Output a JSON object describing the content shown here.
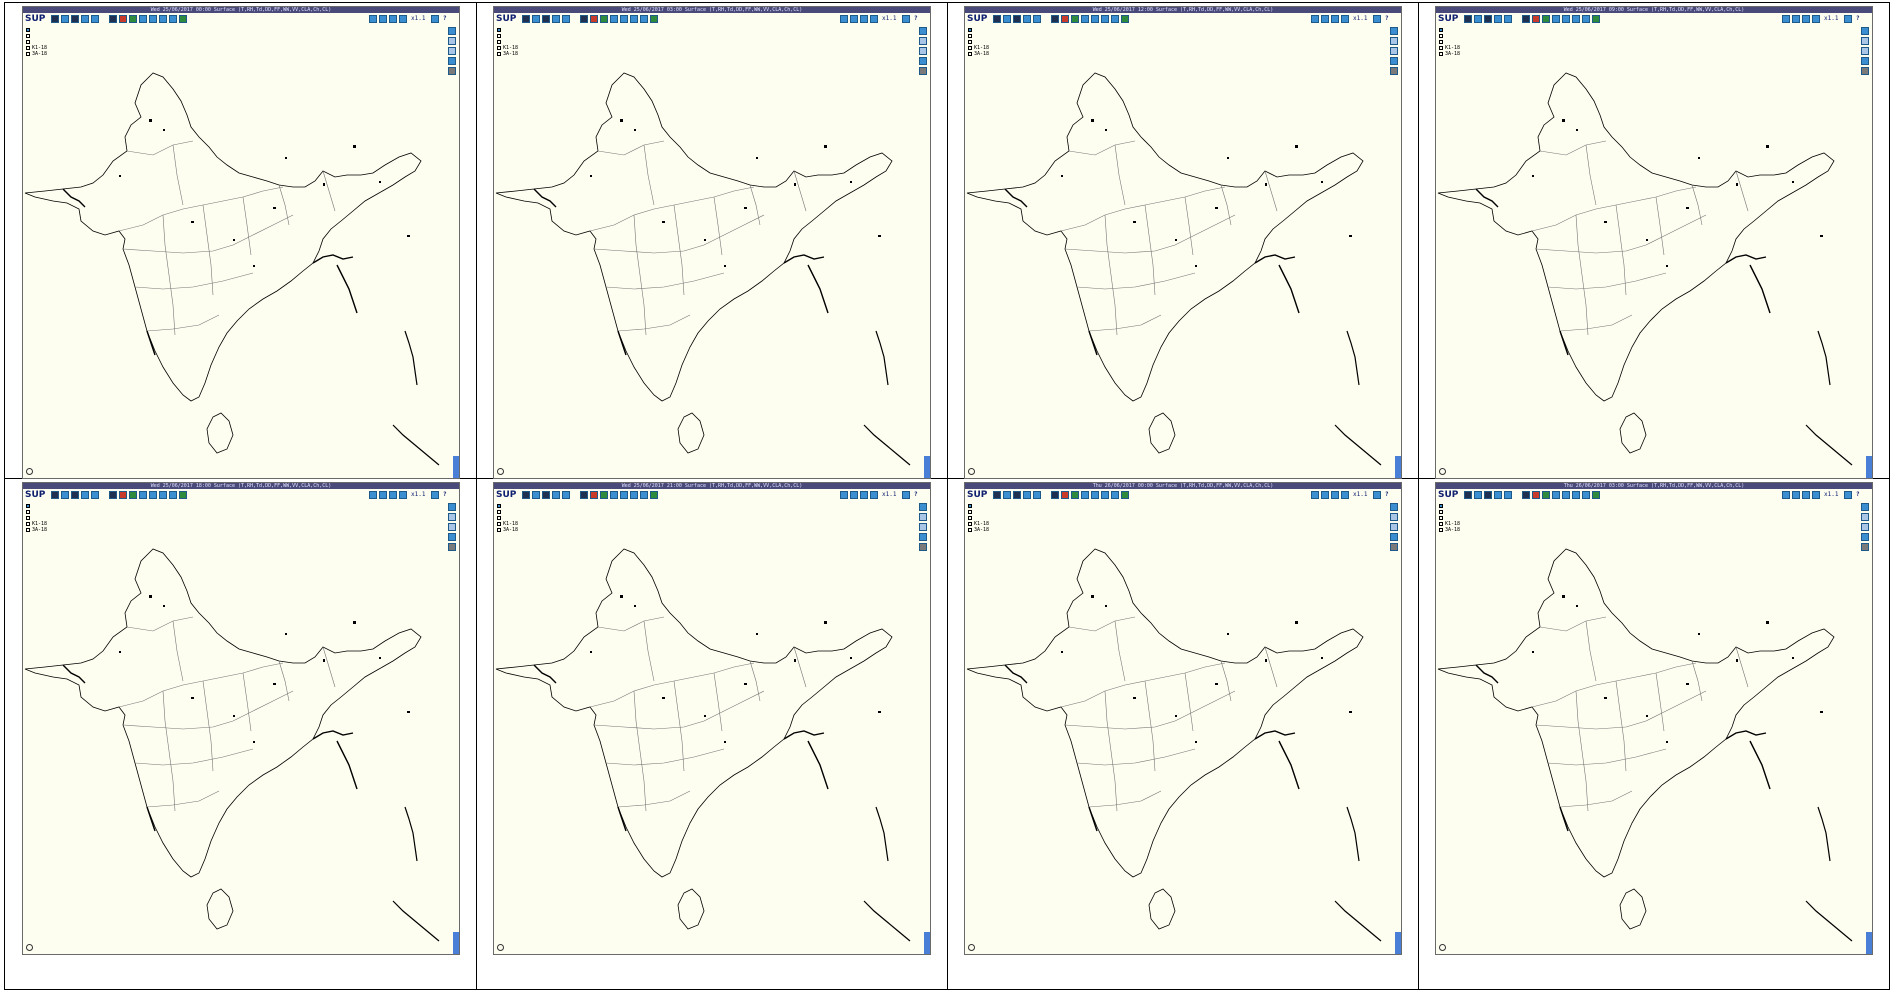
{
  "panels": [
    {
      "title": "Wed 25/06/2017 00:00 Surface (T,RH,Td,DD,FF,WW,VV,CLA,Ch,CL)"
    },
    {
      "title": "Wed 25/06/2017 03:00 Surface (T,RH,Td,DD,FF,WW,VV,CLA,Ch,CL)"
    },
    {
      "title": "Wed 25/06/2017 12:00 Surface (T,RH,Td,DD,FF,WW,VV,CLA,Ch,CL)"
    },
    {
      "title": "Wed 25/06/2017 09:00 Surface (T,RH,Td,DD,FF,WW,VV,CLA,Ch,CL)"
    },
    {
      "title": "Wed 25/06/2017 18:00 Surface (T,RH,Td,DD,FF,WW,VV,CLA,Ch,CL)"
    },
    {
      "title": "Wed 25/06/2017 21:00 Surface (T,RH,Td,DD,FF,WW,VV,CLA,Ch,CL)"
    },
    {
      "title": "Thu 26/06/2017 00:00 Surface (T,RH,Td,DD,FF,WW,VV,CLA,Ch,CL)"
    },
    {
      "title": "Thu 26/06/2017 03:00 Surface (T,RH,Td,DD,FF,WW,VV,CLA,Ch,CL)"
    }
  ],
  "toolbar": {
    "logo": "SUP",
    "zoom": "x1.1",
    "help": "?"
  },
  "legend": {
    "items": [
      "K1-18",
      "3A-18"
    ]
  },
  "colors": {
    "panel_bg": "#fdfdf0",
    "toolbar_accent": "#3b8fd0",
    "scroll": "#4a7fd8",
    "map_line": "#000000"
  }
}
